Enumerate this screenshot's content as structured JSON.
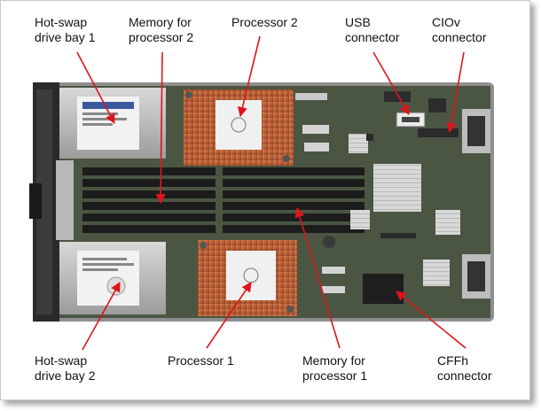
{
  "labels": {
    "drive_bay_1": [
      "Hot-swap",
      "drive bay 1"
    ],
    "memory_cpu2": [
      "Memory for",
      "processor 2"
    ],
    "processor_2": [
      "Processor 2"
    ],
    "usb": [
      "USB",
      "connector"
    ],
    "ciov": [
      "CIOv",
      "connector"
    ],
    "drive_bay_2": [
      "Hot-swap",
      "drive bay 2"
    ],
    "processor_1": [
      "Processor 1"
    ],
    "memory_cpu1": [
      "Memory for",
      "processor 1"
    ],
    "cffh": [
      "CFFh",
      "connector"
    ]
  },
  "colors": {
    "arrow": "#e0141c",
    "pcb": "#4a5642",
    "heatsink": "#c96a3e",
    "dimm": "#1c1c1c",
    "chassis": "#a9a9a9"
  }
}
